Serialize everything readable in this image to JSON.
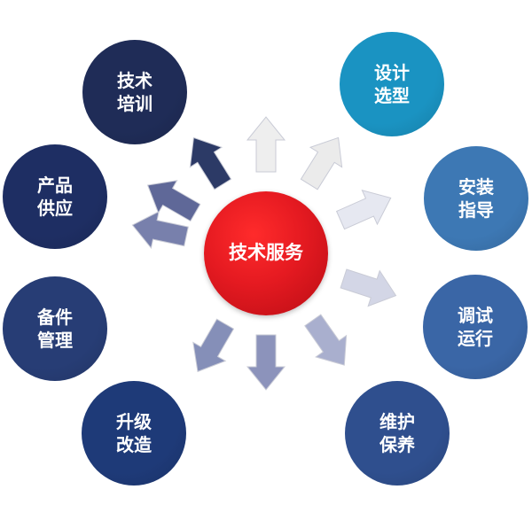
{
  "center": {
    "label": "技术服务",
    "color": "#e01b22"
  },
  "nodes": [
    {
      "line1": "技术",
      "line2": "培训",
      "color": "#1f2c57",
      "arrow_color": "#2c3a66"
    },
    {
      "line1": "设计",
      "line2": "选型",
      "color": "#1a93c2",
      "arrow_color": "#ebebeb"
    },
    {
      "line1": "安装",
      "line2": "指导",
      "color": "#3d78b4",
      "arrow_color": "#e6e8f1"
    },
    {
      "line1": "调试",
      "line2": "运行",
      "color": "#3a66a6",
      "arrow_color": "#d3d6e6"
    },
    {
      "line1": "维护",
      "line2": "保养",
      "color": "#2f4f8e",
      "arrow_color": "#a9afce"
    },
    {
      "line1": "升级",
      "line2": "改造",
      "color": "#1e3a78",
      "arrow_color": "#858fb8"
    },
    {
      "line1": "备件",
      "line2": "管理",
      "color": "#273d75",
      "arrow_color": "#7880ac"
    },
    {
      "line1": "产品",
      "line2": "供应",
      "color": "#1e2e63",
      "arrow_color": "#5f6898"
    }
  ],
  "extra_arrows": [
    {
      "direction": "up",
      "color": "#eeeeee"
    },
    {
      "direction": "down",
      "color": "#8c93bb"
    }
  ]
}
